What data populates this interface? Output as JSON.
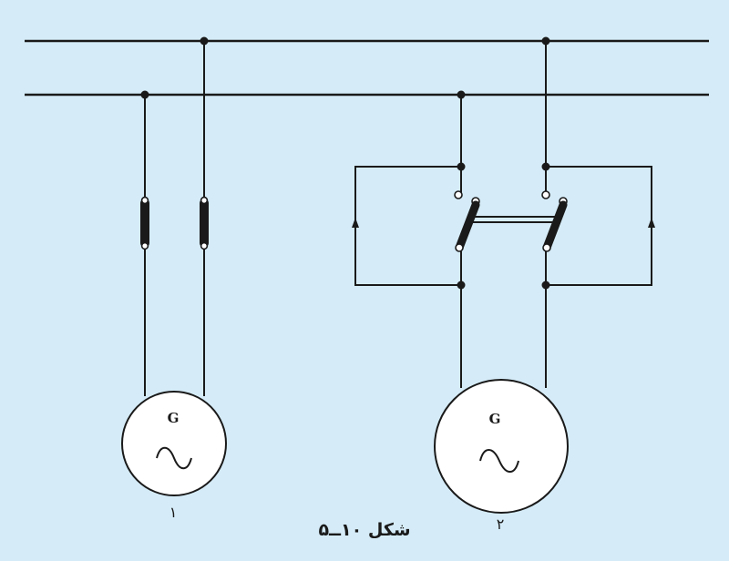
{
  "generators": [
    {
      "letter": "G",
      "number": "١"
    },
    {
      "letter": "G",
      "number": "٢"
    }
  ],
  "caption": "شکل ۱۰ــ۵",
  "colors": {
    "background": "#d5ecf8",
    "line": "#1a1a1a",
    "fill": "#ffffff"
  },
  "icons": [
    "ac-sine-icon",
    "fuse-icon",
    "switch-blade-icon"
  ]
}
